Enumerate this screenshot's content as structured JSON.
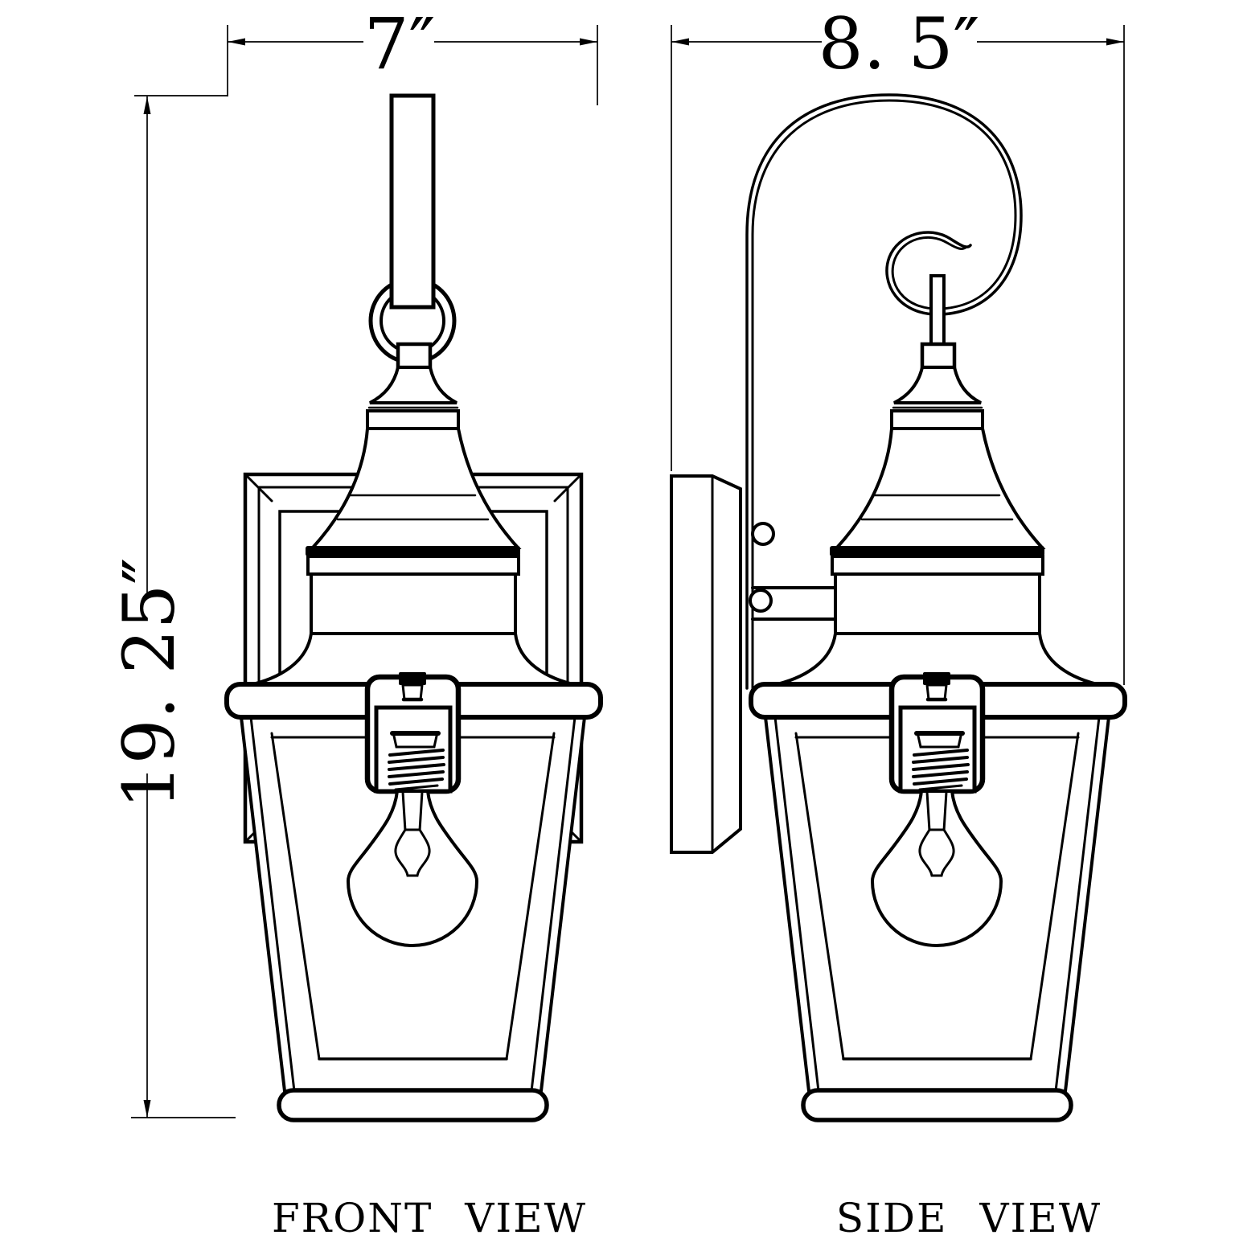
{
  "drawing": {
    "type": "technical-dimension-drawing",
    "subject": "outdoor wall lantern light fixture",
    "background_color": "#ffffff",
    "line_color": "#000000",
    "dims": {
      "front_width": "7″",
      "side_depth": "8. 5″",
      "height": "19. 25″"
    },
    "labels": {
      "front": "FRONT VIEW",
      "side": "SIDE VIEW"
    }
  }
}
